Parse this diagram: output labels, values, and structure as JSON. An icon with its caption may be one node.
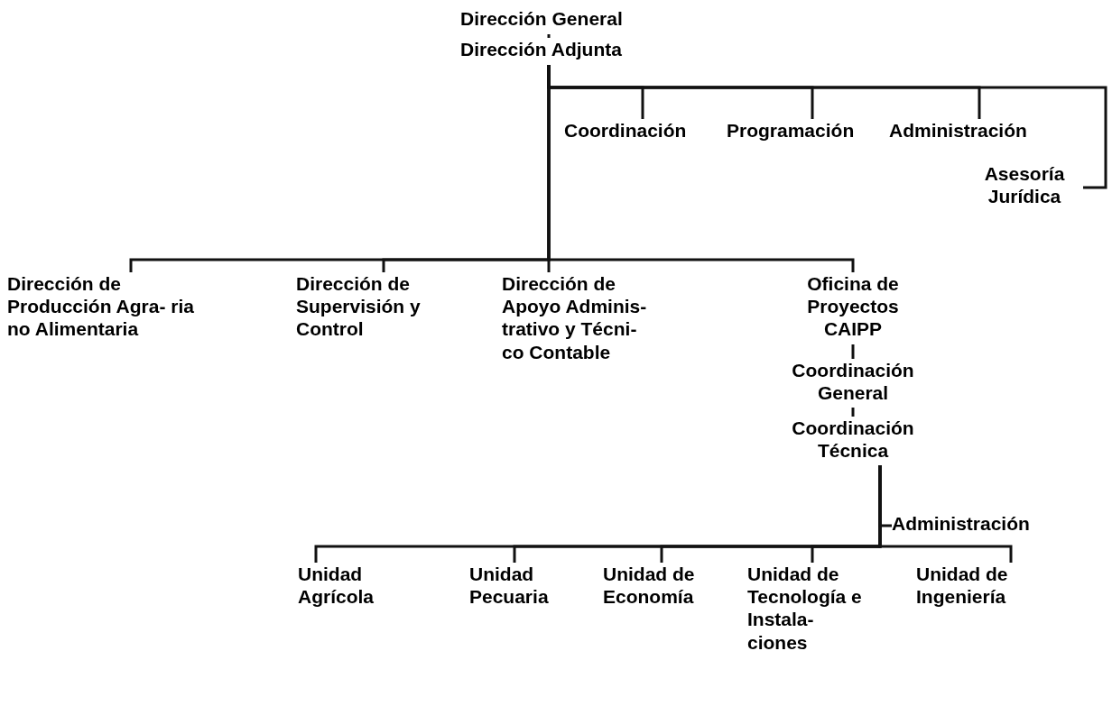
{
  "diagram": {
    "nodes": [
      {
        "text": [
          "Dirección General"
        ]
      },
      {
        "text": [
          "Dirección Adjunta"
        ]
      },
      {
        "text": [
          "Coordinación"
        ]
      },
      {
        "text": [
          "Programación"
        ]
      },
      {
        "text": [
          "Administración"
        ]
      },
      {
        "text": [
          "Asesoría Jurídica"
        ]
      },
      {
        "text": [
          "Dirección de Producción Agra- ria no Alimentaria"
        ]
      },
      {
        "text": [
          "Dirección de Supervisión y Control"
        ]
      },
      {
        "text": [
          "Dirección de Apoyo Adminis- trativo y Técni- co Contable"
        ]
      },
      {
        "text": [
          "Oficina de Proyectos CAIPP"
        ]
      },
      {
        "text": [
          "Coordinación General"
        ]
      },
      {
        "text": [
          "Coordinación Técnica"
        ]
      },
      {
        "text": [
          "Administración"
        ]
      },
      {
        "text": [
          "Unidad Agrícola"
        ]
      },
      {
        "text": [
          "Unidad Pecuaria"
        ]
      },
      {
        "text": [
          "Unidad de Economía"
        ]
      },
      {
        "text": [
          "Unidad de Tecnología e Instala- ciones"
        ]
      },
      {
        "text": [
          "Unidad de Ingeniería"
        ]
      }
    ],
    "edges": [
      {
        "from": 0,
        "to": 1,
        "arrow": "none"
      },
      {
        "from": 1,
        "to": 2,
        "arrow": "none"
      },
      {
        "from": 1,
        "to": 3,
        "arrow": "none"
      },
      {
        "from": 1,
        "to": 4,
        "arrow": "none"
      },
      {
        "from": 1,
        "to": 5,
        "arrow": "none"
      },
      {
        "from": 1,
        "to": 6,
        "arrow": "none"
      },
      {
        "from": 1,
        "to": 7,
        "arrow": "none"
      },
      {
        "from": 1,
        "to": 8,
        "arrow": "none"
      },
      {
        "from": 1,
        "to": 9,
        "arrow": "none"
      },
      {
        "from": 9,
        "to": 10,
        "arrow": "none"
      },
      {
        "from": 10,
        "to": 11,
        "arrow": "none"
      },
      {
        "from": 11,
        "to": 12,
        "arrow": "none"
      },
      {
        "from": 11,
        "to": 13,
        "arrow": "none"
      },
      {
        "from": 11,
        "to": 14,
        "arrow": "none"
      },
      {
        "from": 11,
        "to": 15,
        "arrow": "none"
      },
      {
        "from": 11,
        "to": 16,
        "arrow": "none"
      },
      {
        "from": 11,
        "to": 17,
        "arrow": "none"
      }
    ]
  }
}
